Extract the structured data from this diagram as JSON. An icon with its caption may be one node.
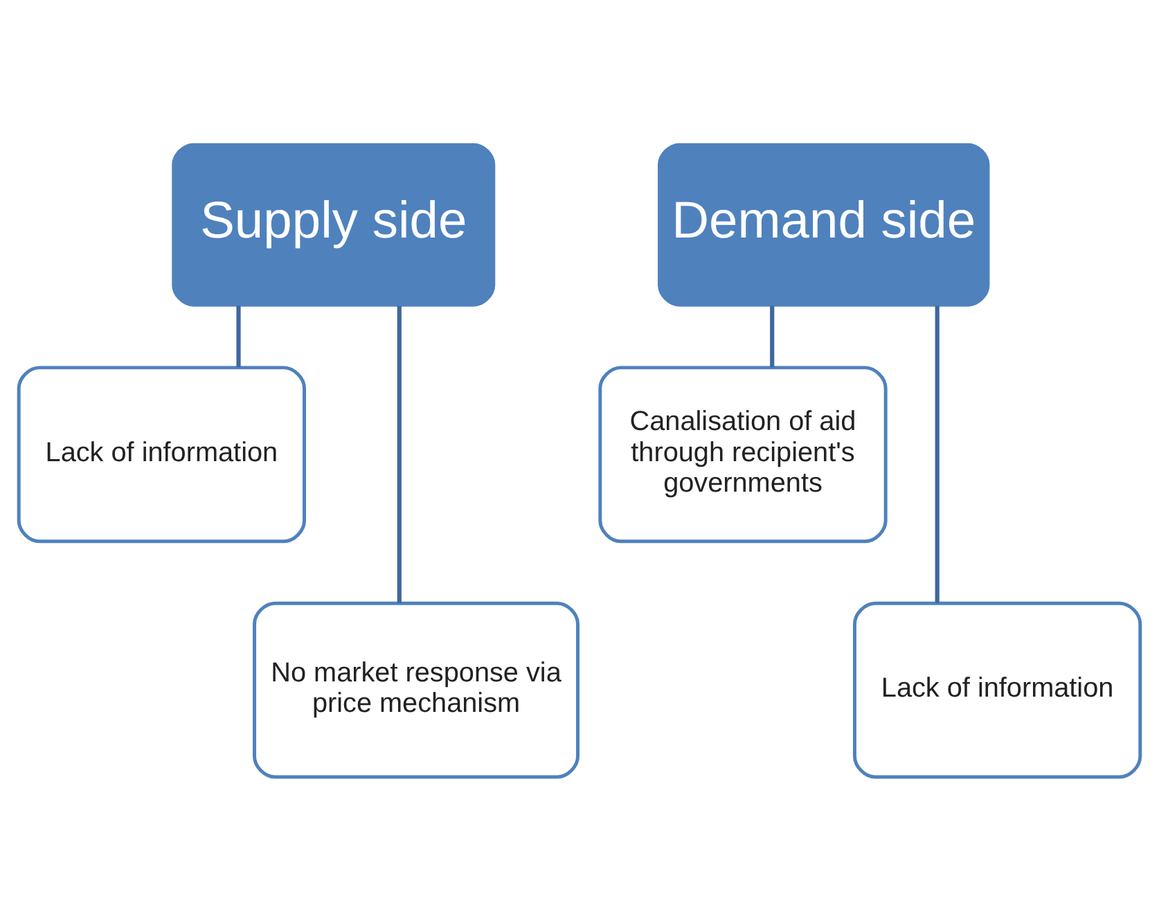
{
  "diagram": {
    "nodes": [
      {
        "text": [
          "Supply side"
        ]
      },
      {
        "text": [
          "Lack of information"
        ]
      },
      {
        "text": [
          "No market response via price mechanism"
        ]
      },
      {
        "text": [
          "Demand side"
        ]
      },
      {
        "text": [
          "Canalisation of aid through recipient's governments"
        ]
      },
      {
        "text": [
          "Lack of information"
        ]
      }
    ],
    "edges": [
      {
        "from": 0,
        "to": 1,
        "arrow": "none"
      },
      {
        "from": 0,
        "to": 2,
        "arrow": "none"
      },
      {
        "from": 3,
        "to": 4,
        "arrow": "none"
      },
      {
        "from": 3,
        "to": 5,
        "arrow": "none"
      }
    ]
  }
}
